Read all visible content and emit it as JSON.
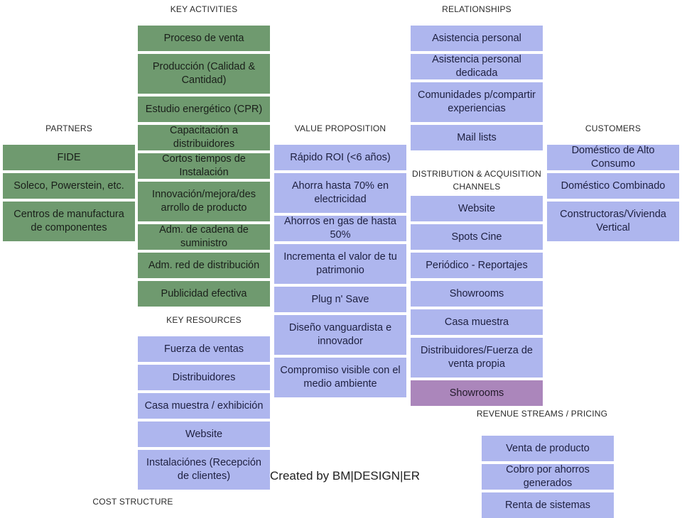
{
  "headers": {
    "key_activities": "KEY ACTIVITIES",
    "relationships": "RELATIONSHIPS",
    "partners": "PARTNERS",
    "value_proposition": "VALUE PROPOSITION",
    "customers": "CUSTOMERS",
    "distribution": "DISTRIBUTION & ACQUISITION CHANNELS",
    "key_resources": "KEY RESOURCES",
    "revenue": "REVENUE STREAMS / PRICING",
    "cost": "COST STRUCTURE"
  },
  "key_activities": [
    "Proceso de venta",
    "Producción (Calidad & Cantidad)",
    "Estudio energético (CPR)",
    "Capacitación a distribuidores",
    "Cortos tiempos de Instalación",
    "Innovación/mejora/des arrollo de producto",
    "Adm. de cadena de suministro",
    "Adm. red de distribución",
    "Publicidad efectiva"
  ],
  "partners": [
    "FIDE",
    "Soleco, Powerstein, etc.",
    "Centros de manufactura de componentes"
  ],
  "key_resources": [
    "Fuerza de ventas",
    "Distribuidores",
    "Casa muestra / exhibición",
    "Website",
    "Instalaciónes (Recepción de clientes)"
  ],
  "value_proposition": [
    "Rápido ROI (<6 años)",
    "Ahorra hasta 70% en electricidad",
    "Ahorros en gas de hasta 50%",
    "Incrementa el valor de tu patrimonio",
    "Plug n' Save",
    "Diseño vanguardista e innovador",
    "Compromiso visible con el medio ambiente"
  ],
  "relationships": [
    "Asistencia personal",
    "Asistencia personal dedicada",
    "Comunidades p/compartir experiencias",
    "Mail lists"
  ],
  "channels": [
    "Website",
    "Spots Cine",
    "Periódico - Reportajes",
    "Showrooms",
    "Casa muestra",
    "Distribuidores/Fuerza de venta propia",
    "Showrooms"
  ],
  "customers": [
    "Doméstico de Alto Consumo",
    "Doméstico Combinado",
    "Constructoras/Vivienda Vertical"
  ],
  "revenue": [
    "Venta de producto",
    "Cobro por ahorros generados",
    "Renta de sistemas"
  ],
  "credit": "Created by BM|DESIGN|ER",
  "colors": {
    "activities": "#6f9a6f",
    "blocks": "#aeb6ee",
    "highlight": "#ab86bb"
  }
}
